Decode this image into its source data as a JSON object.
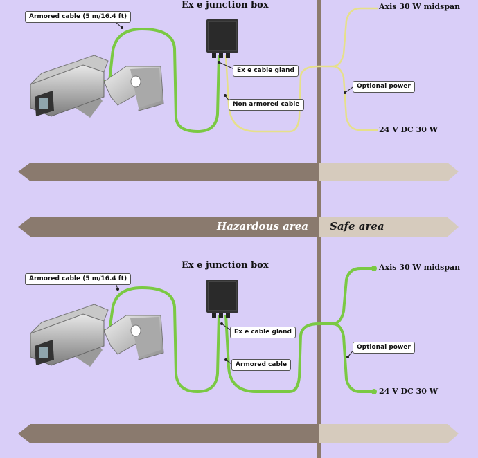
{
  "top_panel": {
    "junction_box_title": "Ex e junction box",
    "armored_cable_label": "Armored cable (5 m/16.4 ft)",
    "gland_label": "Ex e cable gland",
    "cable_label": "Non armored cable",
    "midspan_label": "Axis 30 W midspan",
    "optional_power_label": "Optional power",
    "dc_label": "24 V DC 30 W"
  },
  "bottom_panel": {
    "junction_box_title": "Ex e junction box",
    "armored_cable_label": "Armored cable (5 m/16.4 ft)",
    "gland_label": "Ex e cable gland",
    "cable_label": "Armored cable",
    "midspan_label": "Axis 30 W midspan",
    "optional_power_label": "Optional power",
    "dc_label": "24 V DC 30 W"
  },
  "areas": {
    "hazardous": "Hazardous area",
    "safe": "Safe area"
  },
  "colors": {
    "background": "#d9cef8",
    "armored_cable": "#7ac943",
    "non_armored_cable": "#e6e08a",
    "hazardous_band": "#8a7a6e",
    "safe_band": "#d6cbbd",
    "divider": "#8c7b6d"
  }
}
